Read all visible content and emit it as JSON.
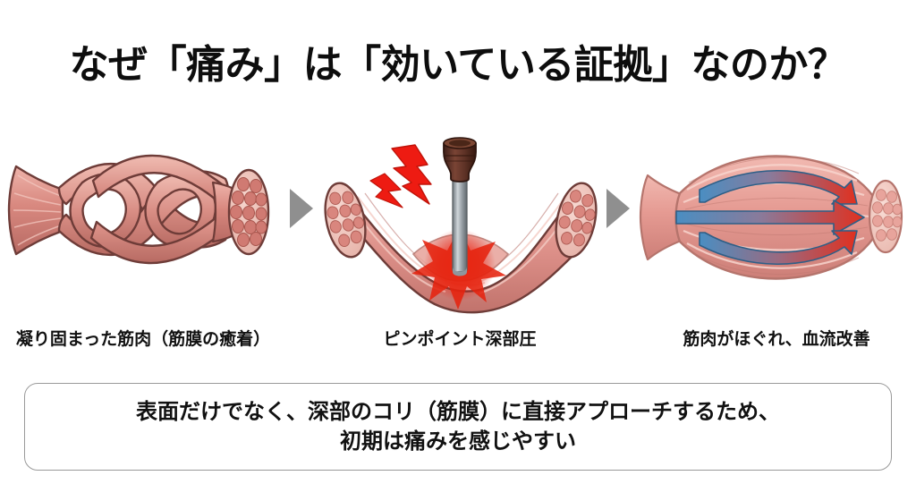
{
  "title": "なぜ「痛み」は「効いている証拠」なのか？",
  "panels": [
    {
      "id": "knotted-muscle",
      "caption": "凝り固まった筋肉（筋膜の癒着）",
      "illustration": "knotted-muscle-bundle-illustration"
    },
    {
      "id": "pinpoint-pressure",
      "caption": "ピンポイント深部圧",
      "illustration": "muscle-with-pressure-probe-illustration"
    },
    {
      "id": "relaxed-muscle",
      "caption": "筋肉がほぐれ、血流改善",
      "illustration": "relaxed-muscle-bloodflow-illustration"
    }
  ],
  "separators": [
    {
      "icon": "right-triangle-arrow"
    },
    {
      "icon": "right-triangle-arrow"
    }
  ],
  "note": {
    "line1": "表面だけでなく、深部のコリ（筋膜）に直接アプローチするため、",
    "line2": "初期は痛みを感じやすい"
  },
  "colors": {
    "background": "#ffffff",
    "title_text": "#0d0d0d",
    "caption_text": "#111111",
    "separator_arrow": "#8f8f8f",
    "note_border": "#9a9a9a",
    "muscle_mid": "#d2837c",
    "muscle_light": "#eeb3aa",
    "muscle_dark": "#a85e58",
    "muscle_outline": "#6e3c38",
    "pain_red": "#ee1b12",
    "flow_blue": "#4a8ec2",
    "flow_red": "#e0301f",
    "probe_brown": "#5c3227",
    "probe_steel": "#9aa2a8"
  }
}
